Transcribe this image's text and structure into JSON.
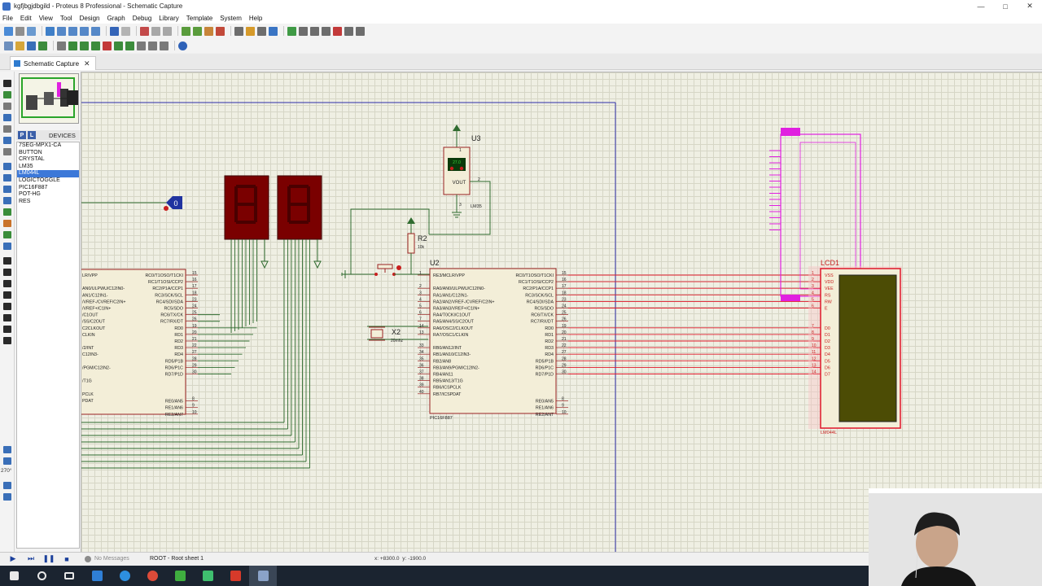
{
  "window": {
    "title": "kgfjbgjdbgild - Proteus 8 Professional - Schematic Capture",
    "min": "—",
    "max": "□",
    "close": "✕"
  },
  "menu": [
    "File",
    "Edit",
    "View",
    "Tool",
    "Design",
    "Graph",
    "Debug",
    "Library",
    "Template",
    "System",
    "Help"
  ],
  "tab": {
    "label": "Schematic Capture",
    "close": "✕"
  },
  "devices": {
    "header": "DEVICES",
    "pick_label": "P",
    "lib_label": "L",
    "items": [
      "7SEG-MPX1-CA",
      "BUTTON",
      "CRYSTAL",
      "LM35",
      "LM044L",
      "LOGICTOGGLE",
      "PIC16F887",
      "POT-HG",
      "RES"
    ],
    "selected_index": 4
  },
  "rotation": "270°",
  "status": {
    "messages": "No Messages",
    "sheet": "ROOT - Root sheet 1",
    "x_label": "x:",
    "x_value": "+8300.0",
    "y_label": "y:",
    "y_value": "-1900.0"
  },
  "schematic": {
    "u1_pins": [
      "LR/VPP",
      "AN0/ULPWU/C12IN0-",
      "AN1/C12IN1-",
      "/VREF-/CVREF/C2IN+",
      "/VREF+/C1IN+",
      "/C1OUT",
      "/SS/C2OUT",
      "C2CLKOUT",
      "CLKIN",
      "/2/INT",
      "C12IN3-",
      "/PGM/C12IN2-",
      "/T1G",
      "PCLK",
      "PDAT"
    ],
    "u2_left_pins": [
      "RE3/MCLR/VPP",
      "RA0/AN0/ULPWU/C12IN0-",
      "RA1/AN1/C12IN1-",
      "RA2/AN2/VREF-/CVREF/C2IN+",
      "RA3/AN3/VREF+/C1IN+",
      "RA4/T0CKI/C1OUT",
      "RA5/AN4/SS/C2OUT",
      "RA6/OSC2/CLKOUT",
      "RA7/OSC1/CLKIN",
      "RB0/AN12/INT",
      "RB1/AN10/C12IN3-",
      "RB2/AN8",
      "RB3/AN9/PGM/C12IN2-",
      "RB4/AN11",
      "RB5/AN13/T1G",
      "RB6/ICSPCLK",
      "RB7/ICSPDAT"
    ],
    "u2_right_pins": [
      "RC0/T1OSO/T1CKI",
      "RC1/T1OSI/CCP2",
      "RC2/P1A/CCP1",
      "RC3/SCK/SCL",
      "RC4/SDI/SDA",
      "RC5/SDO",
      "RC6/TX/CK",
      "RC7/RX/DT",
      "RD0",
      "RD1",
      "RD2",
      "RD3",
      "RD4",
      "RD5/P1B",
      "RD6/P1C",
      "RD7/P1D",
      "RE0/AN5",
      "RE1/AN6",
      "RE2/AN7"
    ],
    "u2_left_nums": [
      "1",
      "2",
      "3",
      "4",
      "5",
      "6",
      "7",
      "14",
      "13",
      "33",
      "34",
      "35",
      "36",
      "37",
      "38",
      "39",
      "40"
    ],
    "u2_right_nums": [
      "15",
      "16",
      "17",
      "18",
      "23",
      "24",
      "25",
      "26",
      "19",
      "20",
      "21",
      "22",
      "27",
      "28",
      "29",
      "30",
      "8",
      "9",
      "10"
    ],
    "u2_label": "U2",
    "u2_part": "PIC16F887",
    "u3_label": "U3",
    "u3_pin_label": "VOUT",
    "u3_part": "LM35",
    "u3_pin_nums": [
      "1",
      "2",
      "3"
    ],
    "u3_display": "27.0",
    "r2_label": "R2",
    "r2_value": "10k",
    "x2_label": "X2",
    "x2_value": "20mhz",
    "lcd_label": "LCD1",
    "lcd_part": "LM044L",
    "lcd_pins": [
      "VSS",
      "VDD",
      "VEE",
      "RS",
      "RW",
      "E",
      "D0",
      "D1",
      "D2",
      "D3",
      "D4",
      "D5",
      "D6",
      "D7"
    ],
    "lcd_pin_nums": [
      "1",
      "2",
      "3",
      "4",
      "5",
      "6",
      "7",
      "8",
      "9",
      "10",
      "11",
      "12",
      "13",
      "14"
    ],
    "logic_value": "0"
  },
  "colors": {
    "wire_green": "#2f6b2f",
    "wire_red": "#e0182a",
    "chip_fill": "#f3eed8",
    "chip_border": "#9a2222",
    "lcd_screen": "#4c4c05",
    "seg_body": "#7a0000",
    "highlight_magenta": "#e020e0",
    "canvas_bg": "#efefe3"
  }
}
